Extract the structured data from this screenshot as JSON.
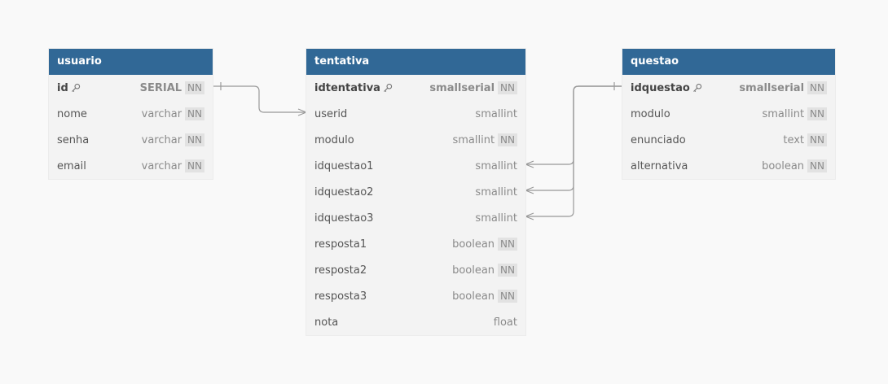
{
  "tables": [
    {
      "name": "usuario",
      "columns": [
        {
          "name": "id",
          "type": "SERIAL",
          "nn": "NN",
          "pk": true
        },
        {
          "name": "nome",
          "type": "varchar",
          "nn": "NN",
          "pk": false
        },
        {
          "name": "senha",
          "type": "varchar",
          "nn": "NN",
          "pk": false
        },
        {
          "name": "email",
          "type": "varchar",
          "nn": "NN",
          "pk": false
        }
      ]
    },
    {
      "name": "tentativa",
      "columns": [
        {
          "name": "idtentativa",
          "type": "smallserial",
          "nn": "NN",
          "pk": true
        },
        {
          "name": "userid",
          "type": "smallint",
          "nn": "",
          "pk": false
        },
        {
          "name": "modulo",
          "type": "smallint",
          "nn": "NN",
          "pk": false
        },
        {
          "name": "idquestao1",
          "type": "smallint",
          "nn": "",
          "pk": false
        },
        {
          "name": "idquestao2",
          "type": "smallint",
          "nn": "",
          "pk": false
        },
        {
          "name": "idquestao3",
          "type": "smallint",
          "nn": "",
          "pk": false
        },
        {
          "name": "resposta1",
          "type": "boolean",
          "nn": "NN",
          "pk": false
        },
        {
          "name": "resposta2",
          "type": "boolean",
          "nn": "NN",
          "pk": false
        },
        {
          "name": "resposta3",
          "type": "boolean",
          "nn": "NN",
          "pk": false
        },
        {
          "name": "nota",
          "type": "float",
          "nn": "",
          "pk": false
        }
      ]
    },
    {
      "name": "questao",
      "columns": [
        {
          "name": "idquestao",
          "type": "smallserial",
          "nn": "NN",
          "pk": true
        },
        {
          "name": "modulo",
          "type": "smallint",
          "nn": "NN",
          "pk": false
        },
        {
          "name": "enunciado",
          "type": "text",
          "nn": "NN",
          "pk": false
        },
        {
          "name": "alternativa",
          "type": "boolean",
          "nn": "NN",
          "pk": false
        }
      ]
    }
  ],
  "relationships": [
    {
      "from": "usuario.id",
      "to": "tentativa.userid",
      "cardinality": "one-to-many"
    },
    {
      "from": "questao.idquestao",
      "to": "tentativa.idquestao1",
      "cardinality": "one-to-many"
    },
    {
      "from": "questao.idquestao",
      "to": "tentativa.idquestao2",
      "cardinality": "one-to-many"
    },
    {
      "from": "questao.idquestao",
      "to": "tentativa.idquestao3",
      "cardinality": "one-to-many"
    }
  ],
  "colors": {
    "header": "#316896",
    "background": "#f9f9f9",
    "line": "#999999"
  }
}
